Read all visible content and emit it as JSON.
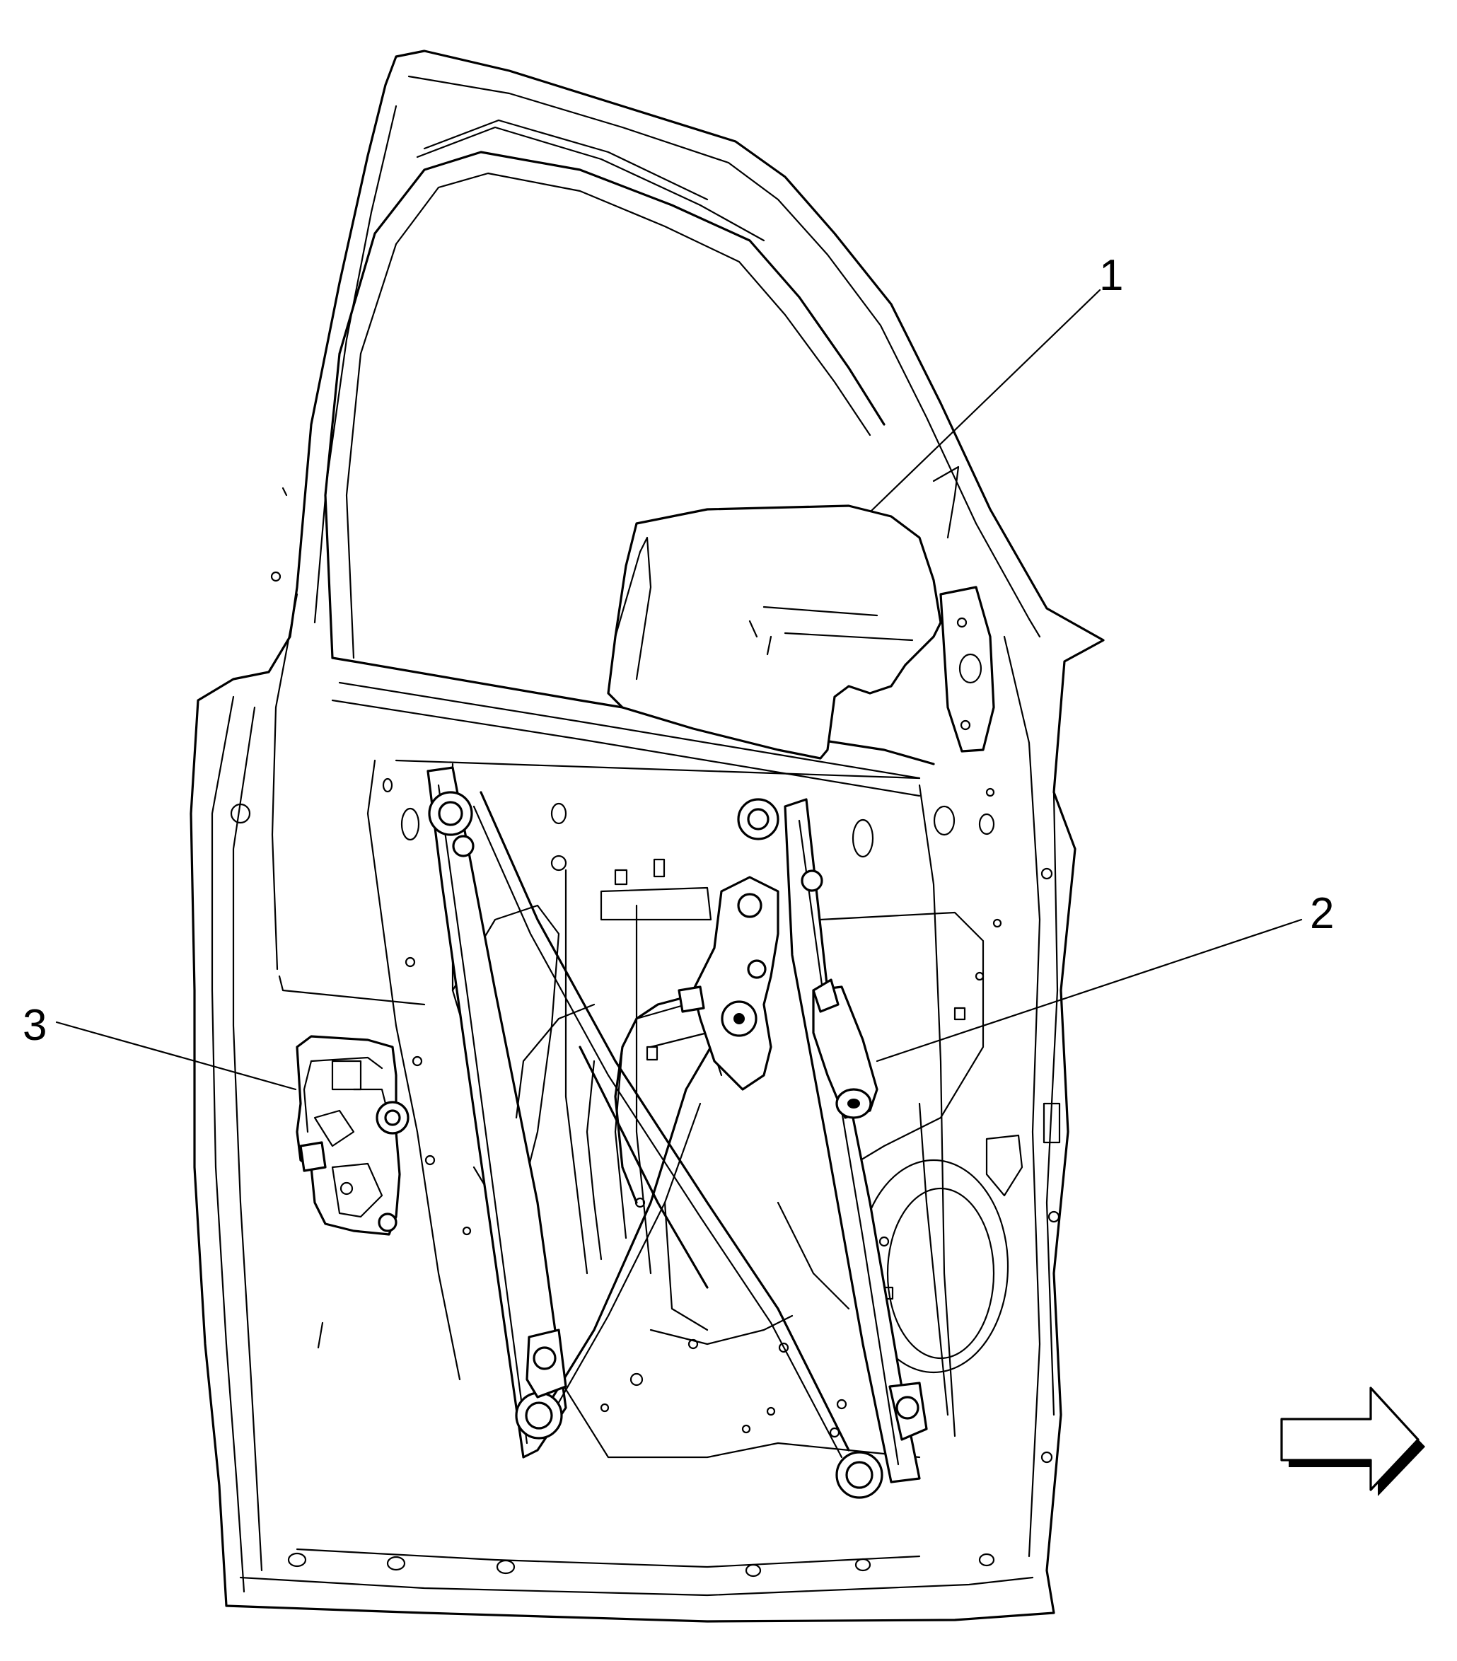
{
  "diagram": {
    "callouts": [
      {
        "id": "1",
        "label": "1"
      },
      {
        "id": "2",
        "label": "2"
      },
      {
        "id": "3",
        "label": "3"
      }
    ],
    "colors": {
      "line": "#000000",
      "background": "#ffffff"
    },
    "icons": {
      "direction": "forward-arrow-icon"
    }
  }
}
